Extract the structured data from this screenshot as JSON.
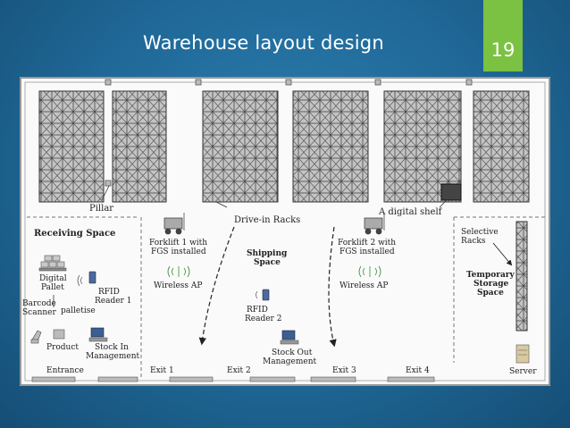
{
  "slide": {
    "title": "Warehouse layout design",
    "number": "19",
    "accent_color": "#7bc142",
    "background_color": "#1f6796"
  },
  "diagram": {
    "rack_labels": {
      "pillar": "Pillar",
      "drive_in_racks": "Drive-in Racks",
      "digital_shelf": "A digital shelf"
    },
    "receiving": {
      "title": "Receiving Space",
      "digital_pallet_line1": "Digital",
      "digital_pallet_line2": "Pallet",
      "barcode_line1": "Barcode",
      "barcode_line2": "Scanner",
      "palletise": "palletise",
      "rfid_line1": "RFID",
      "rfid_line2": "Reader 1",
      "product": "Product",
      "stock_in_line1": "Stock In",
      "stock_in_line2": "Management",
      "entrance": "Entrance"
    },
    "shipping": {
      "forklift1_line1": "Forklift 1 with",
      "forklift1_line2": "FGS installed",
      "forklift2_line1": "Forklift 2 with",
      "forklift2_line2": "FGS installed",
      "wireless_ap": "Wireless AP",
      "space_line1": "Shipping",
      "space_line2": "Space",
      "rfid2_line1": "RFID",
      "rfid2_line2": "Reader 2",
      "stock_out_line1": "Stock Out",
      "stock_out_line2": "Management",
      "exits": [
        "Exit 1",
        "Exit 2",
        "Exit 3",
        "Exit 4"
      ]
    },
    "storage": {
      "selective_line1": "Selective",
      "selective_line2": "Racks",
      "temp_line1": "Temporary",
      "temp_line2": "Storage",
      "temp_line3": "Space",
      "server": "Server"
    }
  }
}
